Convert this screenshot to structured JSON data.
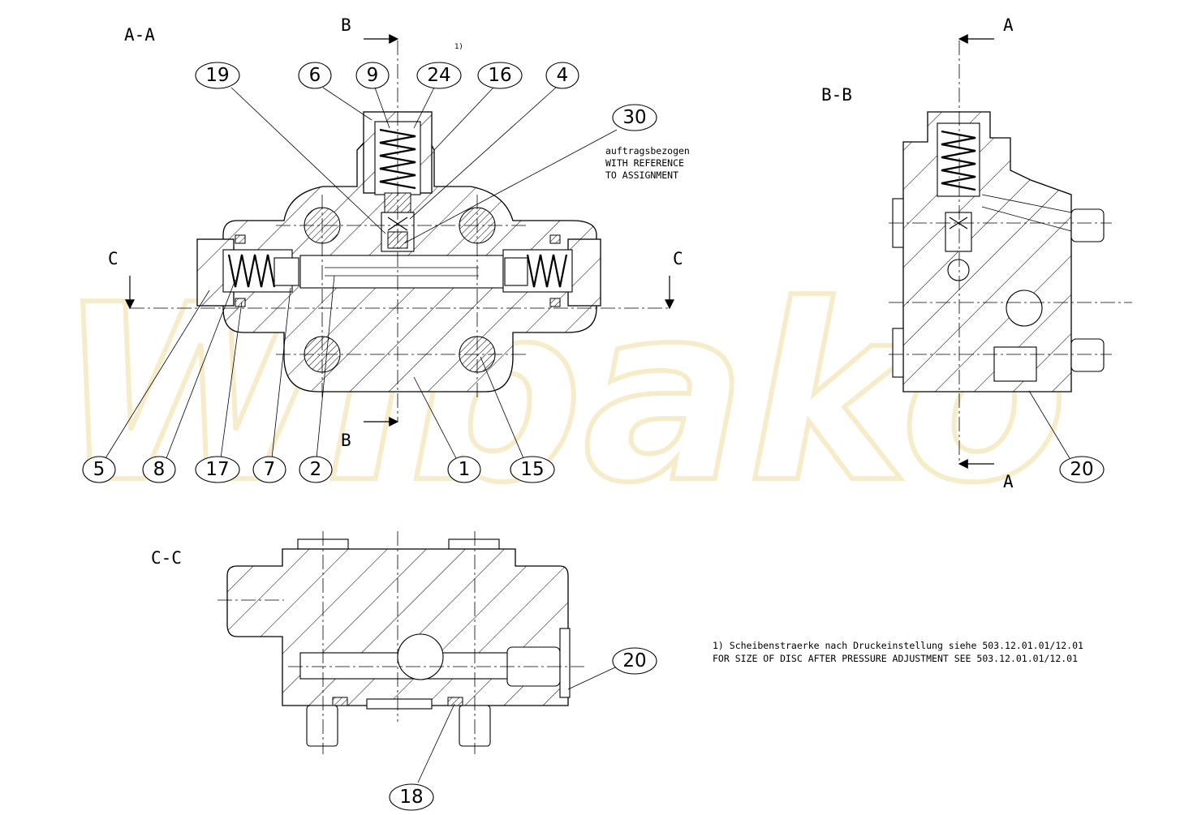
{
  "watermark": "Wibako",
  "sections": {
    "aa": "A-A",
    "bb": "B-B",
    "cc": "C-C"
  },
  "cut_markers": {
    "b_top": "B",
    "b_bottom": "B",
    "a_top": "A",
    "a_bottom": "A",
    "c_left": "C",
    "c_right": "C"
  },
  "footnote_ref": "1)",
  "balloons": {
    "aa_top": [
      "19",
      "6",
      "9",
      "24",
      "16",
      "4"
    ],
    "aa_30": "30",
    "aa_bottom": [
      "5",
      "8",
      "17",
      "7",
      "2",
      "1",
      "15"
    ],
    "bb_20": "20",
    "cc_20": "20",
    "cc_18": "18"
  },
  "assignment_note": [
    "auftragsbezogen",
    "WITH REFERENCE",
    "TO ASSIGNMENT"
  ],
  "footnote": [
    "1) Scheibenstraerke nach Druckeinstellung siehe 503.12.01.01/12.01",
    "FOR SIZE OF DISC AFTER PRESSURE ADJUSTMENT SEE 503.12.01.01/12.01"
  ]
}
